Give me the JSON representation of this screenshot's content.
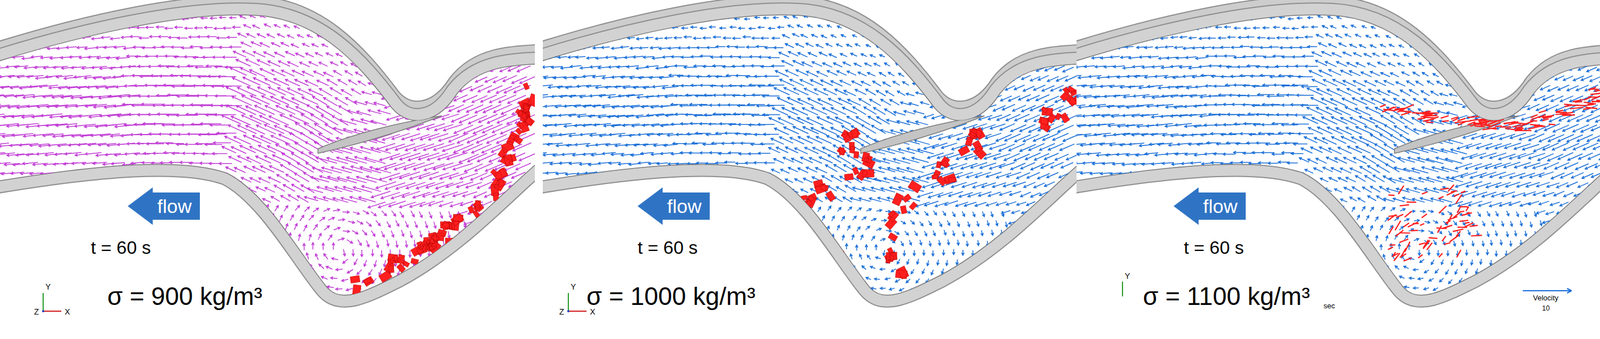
{
  "diagram": {
    "nodes": [
      {
        "text": [
          "flow"
        ]
      },
      {
        "text": [
          "flow"
        ]
      },
      {
        "text": [
          "flow"
        ]
      }
    ],
    "labels": [
      "t = 60 s",
      "σ = 900 kg/m³",
      "Y",
      "Z",
      "X",
      "t = 60 s",
      "σ = 1000 kg/m³",
      "Y",
      "Z",
      "X",
      "t = 60 s",
      "σ = 1100 kg/m³",
      "Y",
      "sec",
      "Velocity",
      "10"
    ]
  }
}
